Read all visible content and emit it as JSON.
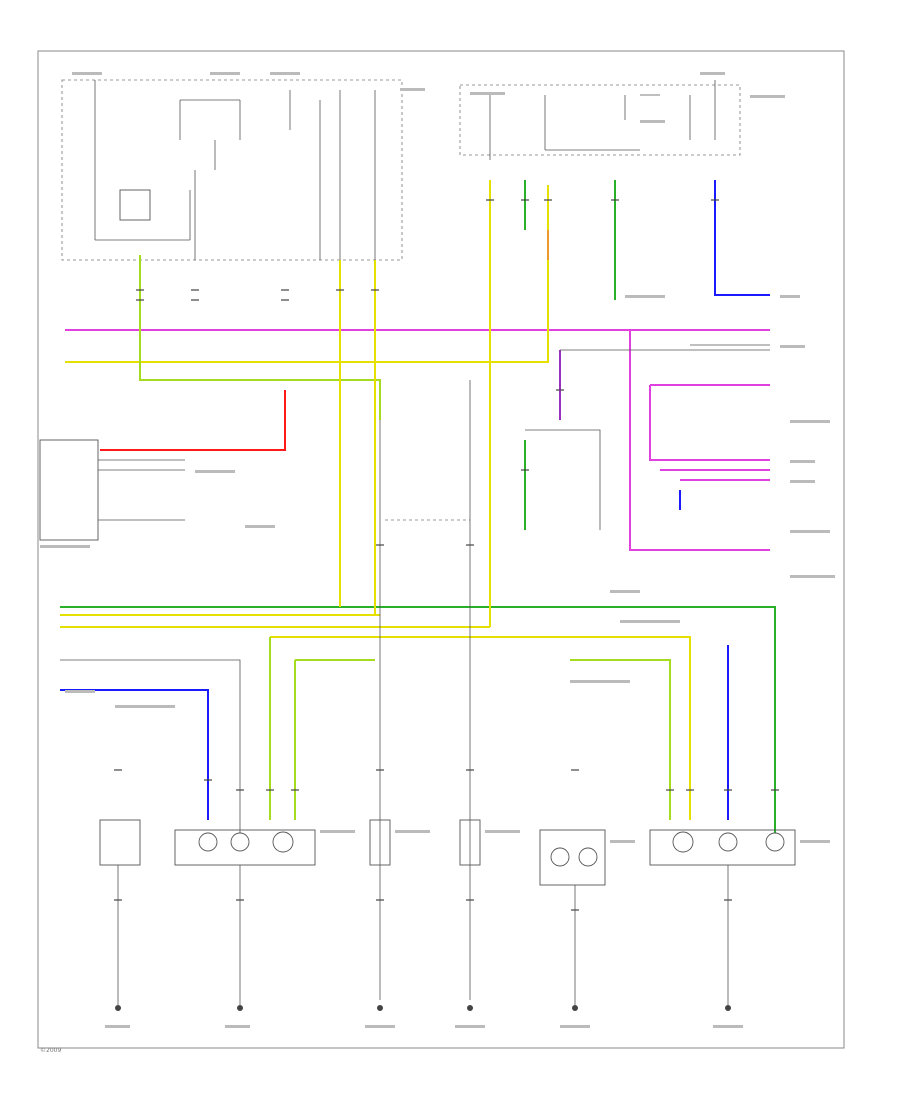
{
  "footer": {
    "copyright": "©2009"
  },
  "colors": {
    "pink": "#e040e0",
    "yellow": "#e6e000",
    "green": "#28b028",
    "yellow_green": "#a6dc20",
    "blue": "#1a1aff",
    "red": "#ff1a1a",
    "orange": "#ee9a2a",
    "gray_dark": "#555555"
  },
  "grounds": [
    {
      "id": "G1"
    },
    {
      "id": "G2"
    },
    {
      "id": "G3"
    },
    {
      "id": "G4"
    },
    {
      "id": "G5"
    },
    {
      "id": "G6"
    }
  ]
}
